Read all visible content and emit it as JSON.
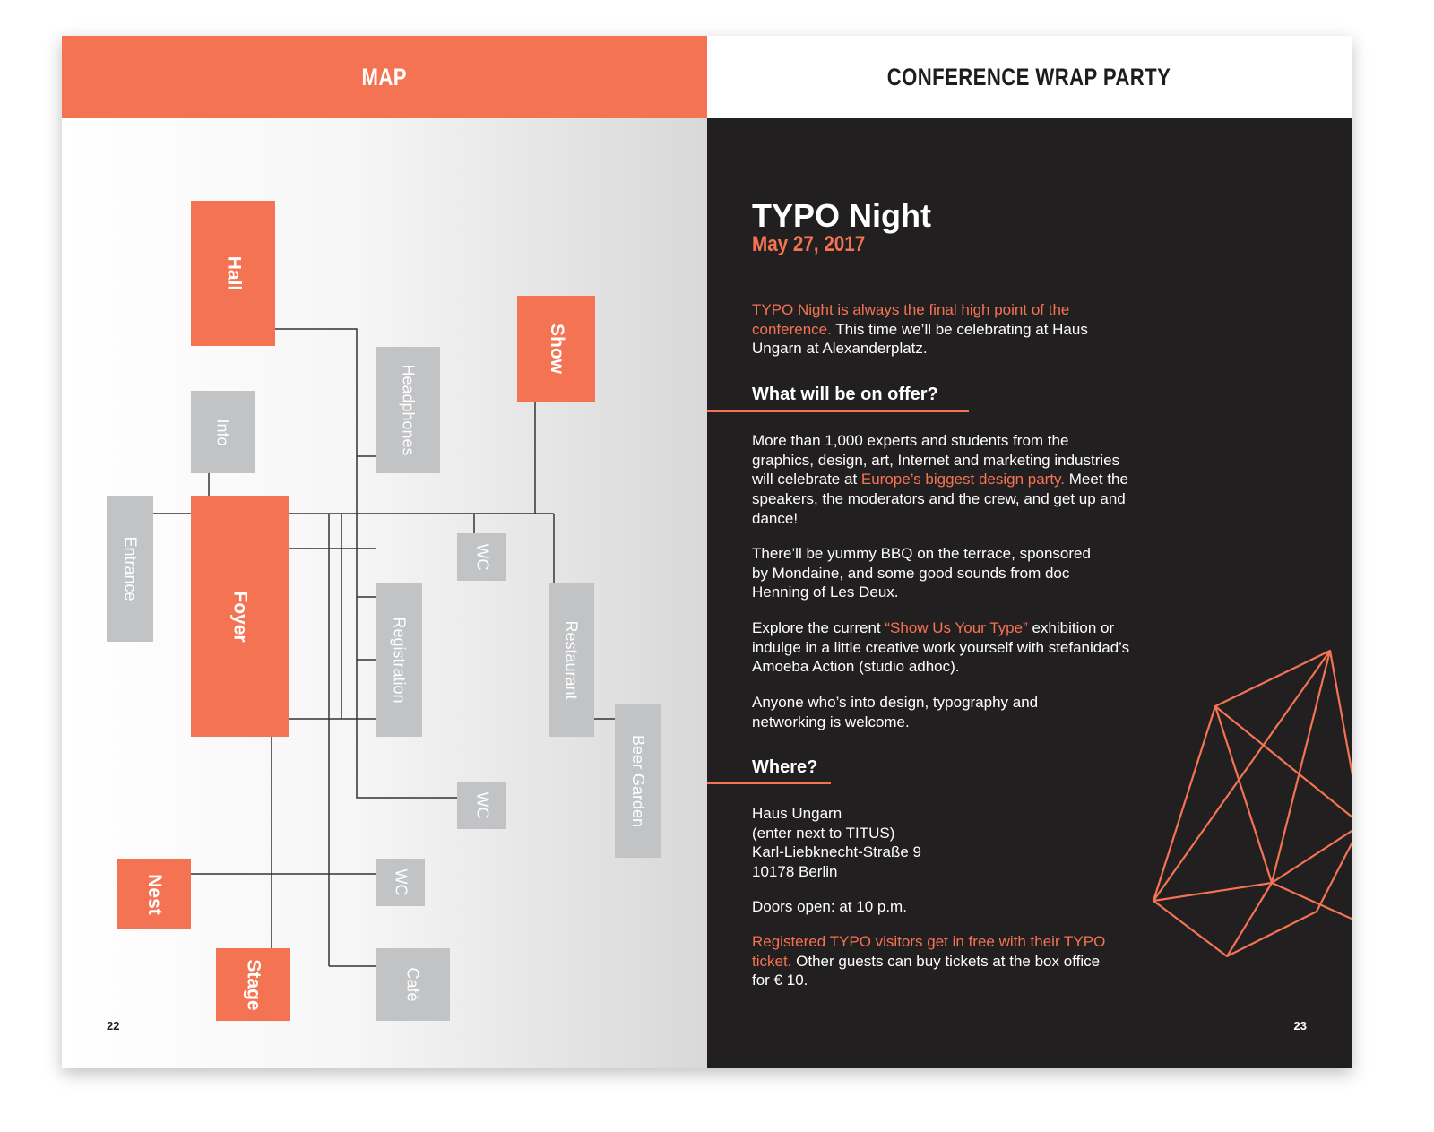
{
  "left_page": {
    "header": "MAP",
    "page_number": "22",
    "rooms": {
      "hall": "Hall",
      "show": "Show",
      "info": "Info",
      "headphones": "Headphones",
      "entrance": "Entrance",
      "foyer": "Foyer",
      "wc_1": "WC",
      "registration": "Registration",
      "restaurant": "Restaurant",
      "beer_garden": "Beer Garden",
      "wc_2": "WC",
      "nest": "Nest",
      "wc_3": "WC",
      "stage": "Stage",
      "cafe": "Café"
    }
  },
  "right_page": {
    "header": "CONFERENCE WRAP PARTY",
    "page_number": "23",
    "title": "TYPO Night",
    "date": "May 27, 2017",
    "intro": {
      "highlight": "TYPO Night is always the final high point of the conference.",
      "text": " This time we’ll be celebrating at Haus Ungarn at Alexanderplatz."
    },
    "offer_heading": "What will be on offer?",
    "offer_p1": {
      "a": "More than 1,000 experts and students from the graphics, design, art, Internet and marketing industries will celebrate at ",
      "highlight": "Europe’s biggest design party.",
      "b": " Meet the speakers, the moderators and the crew, and get up and dance!"
    },
    "offer_p2": "There’ll be yummy BBQ on the terrace, sponsored by Mondaine, and some good sounds from doc Henning of Les Deux.",
    "offer_p3": {
      "a": "Explore the current ",
      "highlight": "“Show Us Your Type”",
      "b": " exhibition or indulge in a little creative work yourself with stefanidad’s Amoeba Action (studio adhoc)."
    },
    "offer_p4": "Anyone who’s into design, typography and networking is welcome.",
    "where_heading": "Where?",
    "address": {
      "line1": "Haus Ungarn",
      "line2": "(enter next to TITUS)",
      "line3": "Karl-Liebknecht-Straße 9",
      "line4": "10178 Berlin"
    },
    "doors": "Doors open: at 10 p.m.",
    "tickets": {
      "highlight": "Registered TYPO visitors get in free with their TYPO ticket.",
      "text": " Other guests can buy tickets at the box office for € 10."
    }
  },
  "colors": {
    "accent": "#f47353",
    "dark": "#221f20",
    "room_gray": "#c2c3c5",
    "line": "#333333"
  }
}
